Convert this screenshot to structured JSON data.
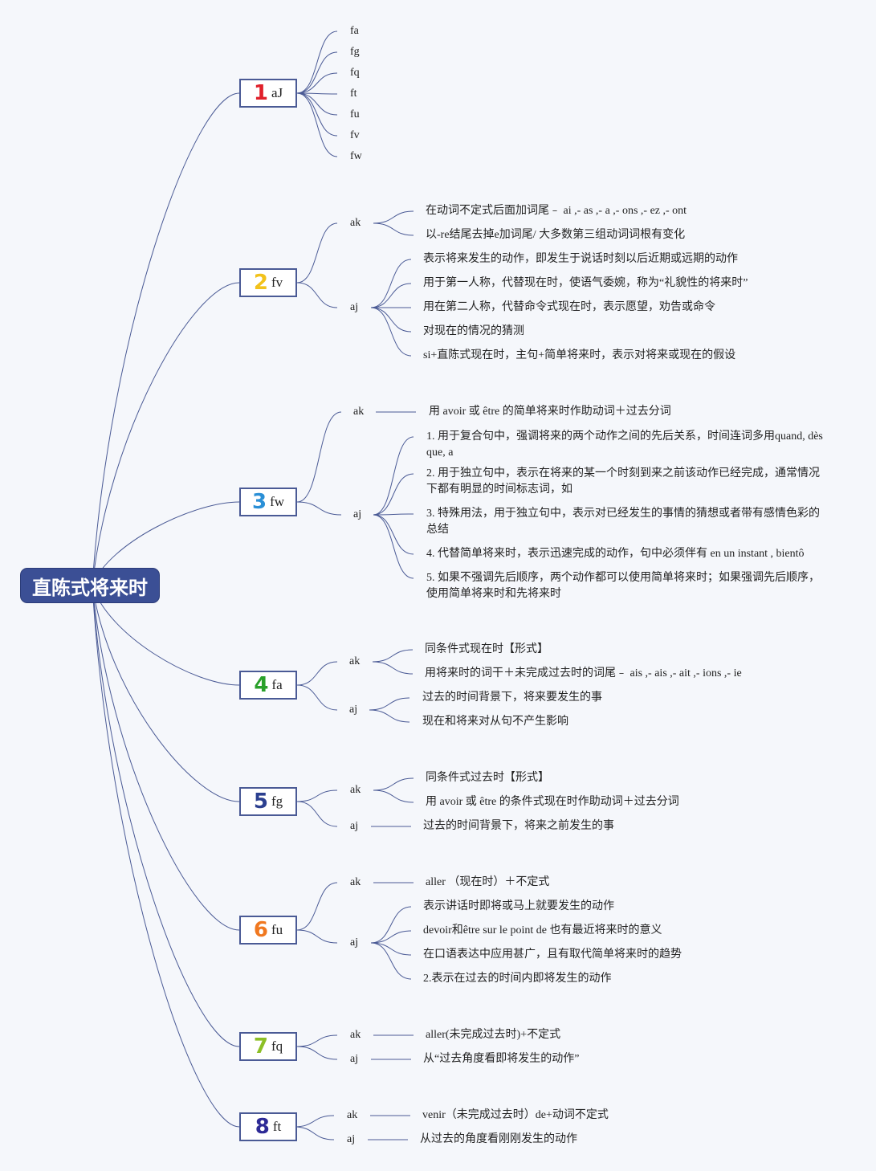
{
  "root": "直陈式将来时",
  "b1": {
    "num": "1",
    "color": "#e0202a",
    "label": "aJ",
    "leaves": [
      "fa",
      "fg",
      "fq",
      "ft",
      "fu",
      "fv",
      "fw"
    ]
  },
  "b2": {
    "num": "2",
    "color": "#f2c21b",
    "label": "fv",
    "ak": "ak",
    "aj": "aj",
    "ak_items": [
      "在动词不定式后面加词尾﹣ ai ,- as ,- a ,- ons ,- ez ,- ont",
      "以-re结尾去掉e加词尾/ 大多数第三组动词词根有变化"
    ],
    "aj_items": [
      "表示将来发生的动作，即发生于说话时刻以后近期或远期的动作",
      "用于第一人称，代替现在时，使语气委婉，称为“礼貌性的将来时”",
      "用在第二人称，代替命令式现在时，表示愿望，劝告或命令",
      "对现在的情况的猜测",
      "si+直陈式现在时，主句+简单将来时，表示对将来或现在的假设"
    ]
  },
  "b3": {
    "num": "3",
    "color": "#2a8fd6",
    "label": "fw",
    "ak": "ak",
    "aj": "aj",
    "ak_items": [
      "用 avoir 或 être 的简单将来时作助动词＋过去分词"
    ],
    "aj_items": [
      "1. 用于复合句中，强调将来的两个动作之间的先后关系，时间连词多用quand, dès que, a",
      "2. 用于独立句中，表示在将来的某一个时刻到来之前该动作已经完成，通常情况下都有明显的时间标志词，如",
      "3. 特殊用法，用于独立句中，表示对已经发生的事情的猜想或者带有感情色彩的总结",
      "4. 代替简单将来时，表示迅速完成的动作，句中必须伴有 en un instant , bientô",
      "5. 如果不强调先后顺序，两个动作都可以使用简单将来时；如果强调先后顺序，使用简单将来时和先将来时"
    ]
  },
  "b4": {
    "num": "4",
    "color": "#2aa02a",
    "label": "fa",
    "ak": "ak",
    "aj": "aj",
    "ak_items": [
      "同条件式现在时【形式】",
      "用将来时的词干＋未完成过去时的词尾﹣ ais ,- ais ,- ait ,- ions ,- ie"
    ],
    "aj_items": [
      "过去的时间背景下，将来要发生的事",
      "现在和将来对从句不产生影响"
    ]
  },
  "b5": {
    "num": "5",
    "color": "#2b3f8f",
    "label": "fg",
    "ak": "ak",
    "aj": "aj",
    "ak_items": [
      "同条件式过去时【形式】",
      "用 avoir 或 être 的条件式现在时作助动词＋过去分词"
    ],
    "aj_items": [
      "过去的时间背景下，将来之前发生的事"
    ]
  },
  "b6": {
    "num": "6",
    "color": "#f07820",
    "label": "fu",
    "ak": "ak",
    "aj": "aj",
    "ak_items": [
      "aller （现在时）＋不定式"
    ],
    "aj_items": [
      "表示讲话时即将或马上就要发生的动作",
      "devoir和être sur le point de 也有最近将来时的意义",
      "在口语表达中应用甚广，且有取代简单将来时的趋势",
      "2.表示在过去的时间内即将发生的动作"
    ]
  },
  "b7": {
    "num": "7",
    "color": "#8cbf26",
    "label": "fq",
    "ak": "ak",
    "aj": "aj",
    "ak_items": [
      "aller(未完成过去时)+不定式"
    ],
    "aj_items": [
      "从“过去角度看即将发生的动作”"
    ]
  },
  "b8": {
    "num": "8",
    "color": "#2d2a96",
    "label": "ft",
    "ak": "ak",
    "aj": "aj",
    "ak_items": [
      "venir（未完成过去时）de+动词不定式"
    ],
    "aj_items": [
      "从过去的角度看刚刚发生的动作"
    ]
  },
  "colors": {
    "line": "#4a5a95",
    "root_bg": "#3b4f95"
  }
}
